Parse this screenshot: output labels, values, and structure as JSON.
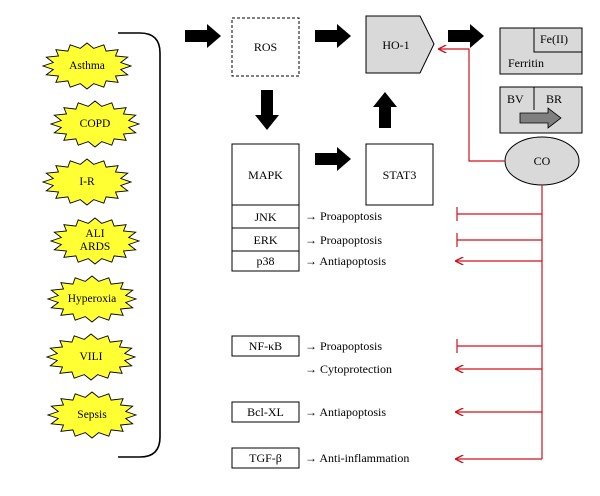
{
  "diseases": [
    "Asthma",
    "COPD",
    "I-R",
    "ALI\nARDS",
    "Hyperoxia",
    "VILI",
    "Sepsis"
  ],
  "nodes": {
    "ros": "ROS",
    "ho1": "HO-1",
    "ferritin": "Ferritin",
    "fe": "Fe(II)",
    "bv": "BV",
    "br": "BR",
    "co": "CO",
    "mapk": "MAPK",
    "stat3": "STAT3",
    "jnk": "JNK",
    "erk": "ERK",
    "p38": "p38",
    "nfkb": "NF-κB",
    "bclxl": "Bcl-XL",
    "tgfb": "TGF-β"
  },
  "effects": {
    "jnk": "→ Proapoptosis",
    "erk": "→ Proapoptosis",
    "p38": "→ Antiapoptosis",
    "nfkb_1": "→ Proapoptosis",
    "nfkb_2": "→ Cytoprotection",
    "bclxl": "→ Antiapoptosis",
    "tgfb": "→ Anti-inflammation"
  },
  "colors": {
    "burst_fill": "#ffff33",
    "node_fill": "#d9d9d9",
    "co_line": "#d0121b"
  }
}
